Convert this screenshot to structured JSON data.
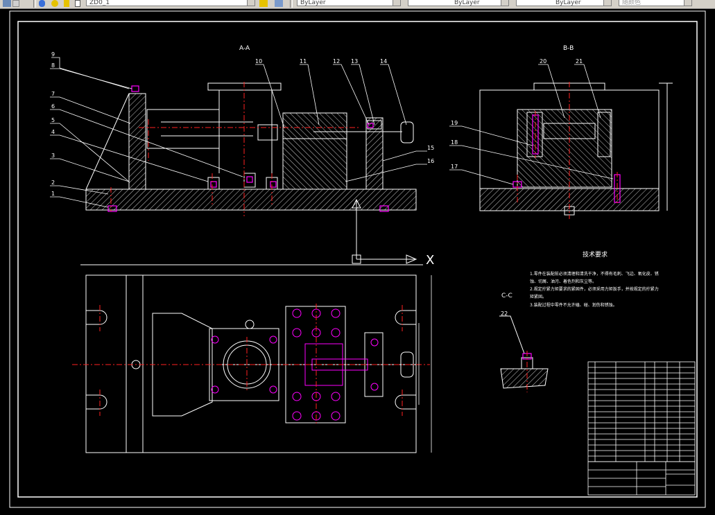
{
  "toolbar": {
    "layer_combo": "ZD0_1",
    "color_combo": "ByLayer",
    "linetype_combo": "ByLayer",
    "lineweight_combo": "ByLayer",
    "plotstyle_combo": "随颜色"
  },
  "drawing": {
    "section_aa": "A-A",
    "section_bb": "B-B",
    "section_cc": "C-C",
    "axis_x": "X",
    "tech_title": "技术要求",
    "tech_line1": "1.零件在装配前必须清理和清洗干净，不得有毛刺、飞边、氧化皮、锈",
    "tech_line2": "蚀、切屑、油污、着色剂和灰尘等。",
    "tech_line3": "2.规定拧紧力矩要求的紧固件，必须采用力矩扳手，并按规定的拧紧力",
    "tech_line4": "矩紧固。",
    "tech_line5": "3.装配过程中零件不允许磕、碰、划伤和锈蚀。",
    "part_numbers": [
      "9",
      "8",
      "7",
      "6",
      "5",
      "4",
      "3",
      "2",
      "1",
      "10",
      "11",
      "12",
      "13",
      "14",
      "15",
      "16",
      "20",
      "21",
      "19",
      "18",
      "17",
      "22"
    ],
    "colors": {
      "frame": "#ffffff",
      "centerline": "#ff2020",
      "highlight": "#ff00ff",
      "dimension": "#ffffff"
    }
  }
}
